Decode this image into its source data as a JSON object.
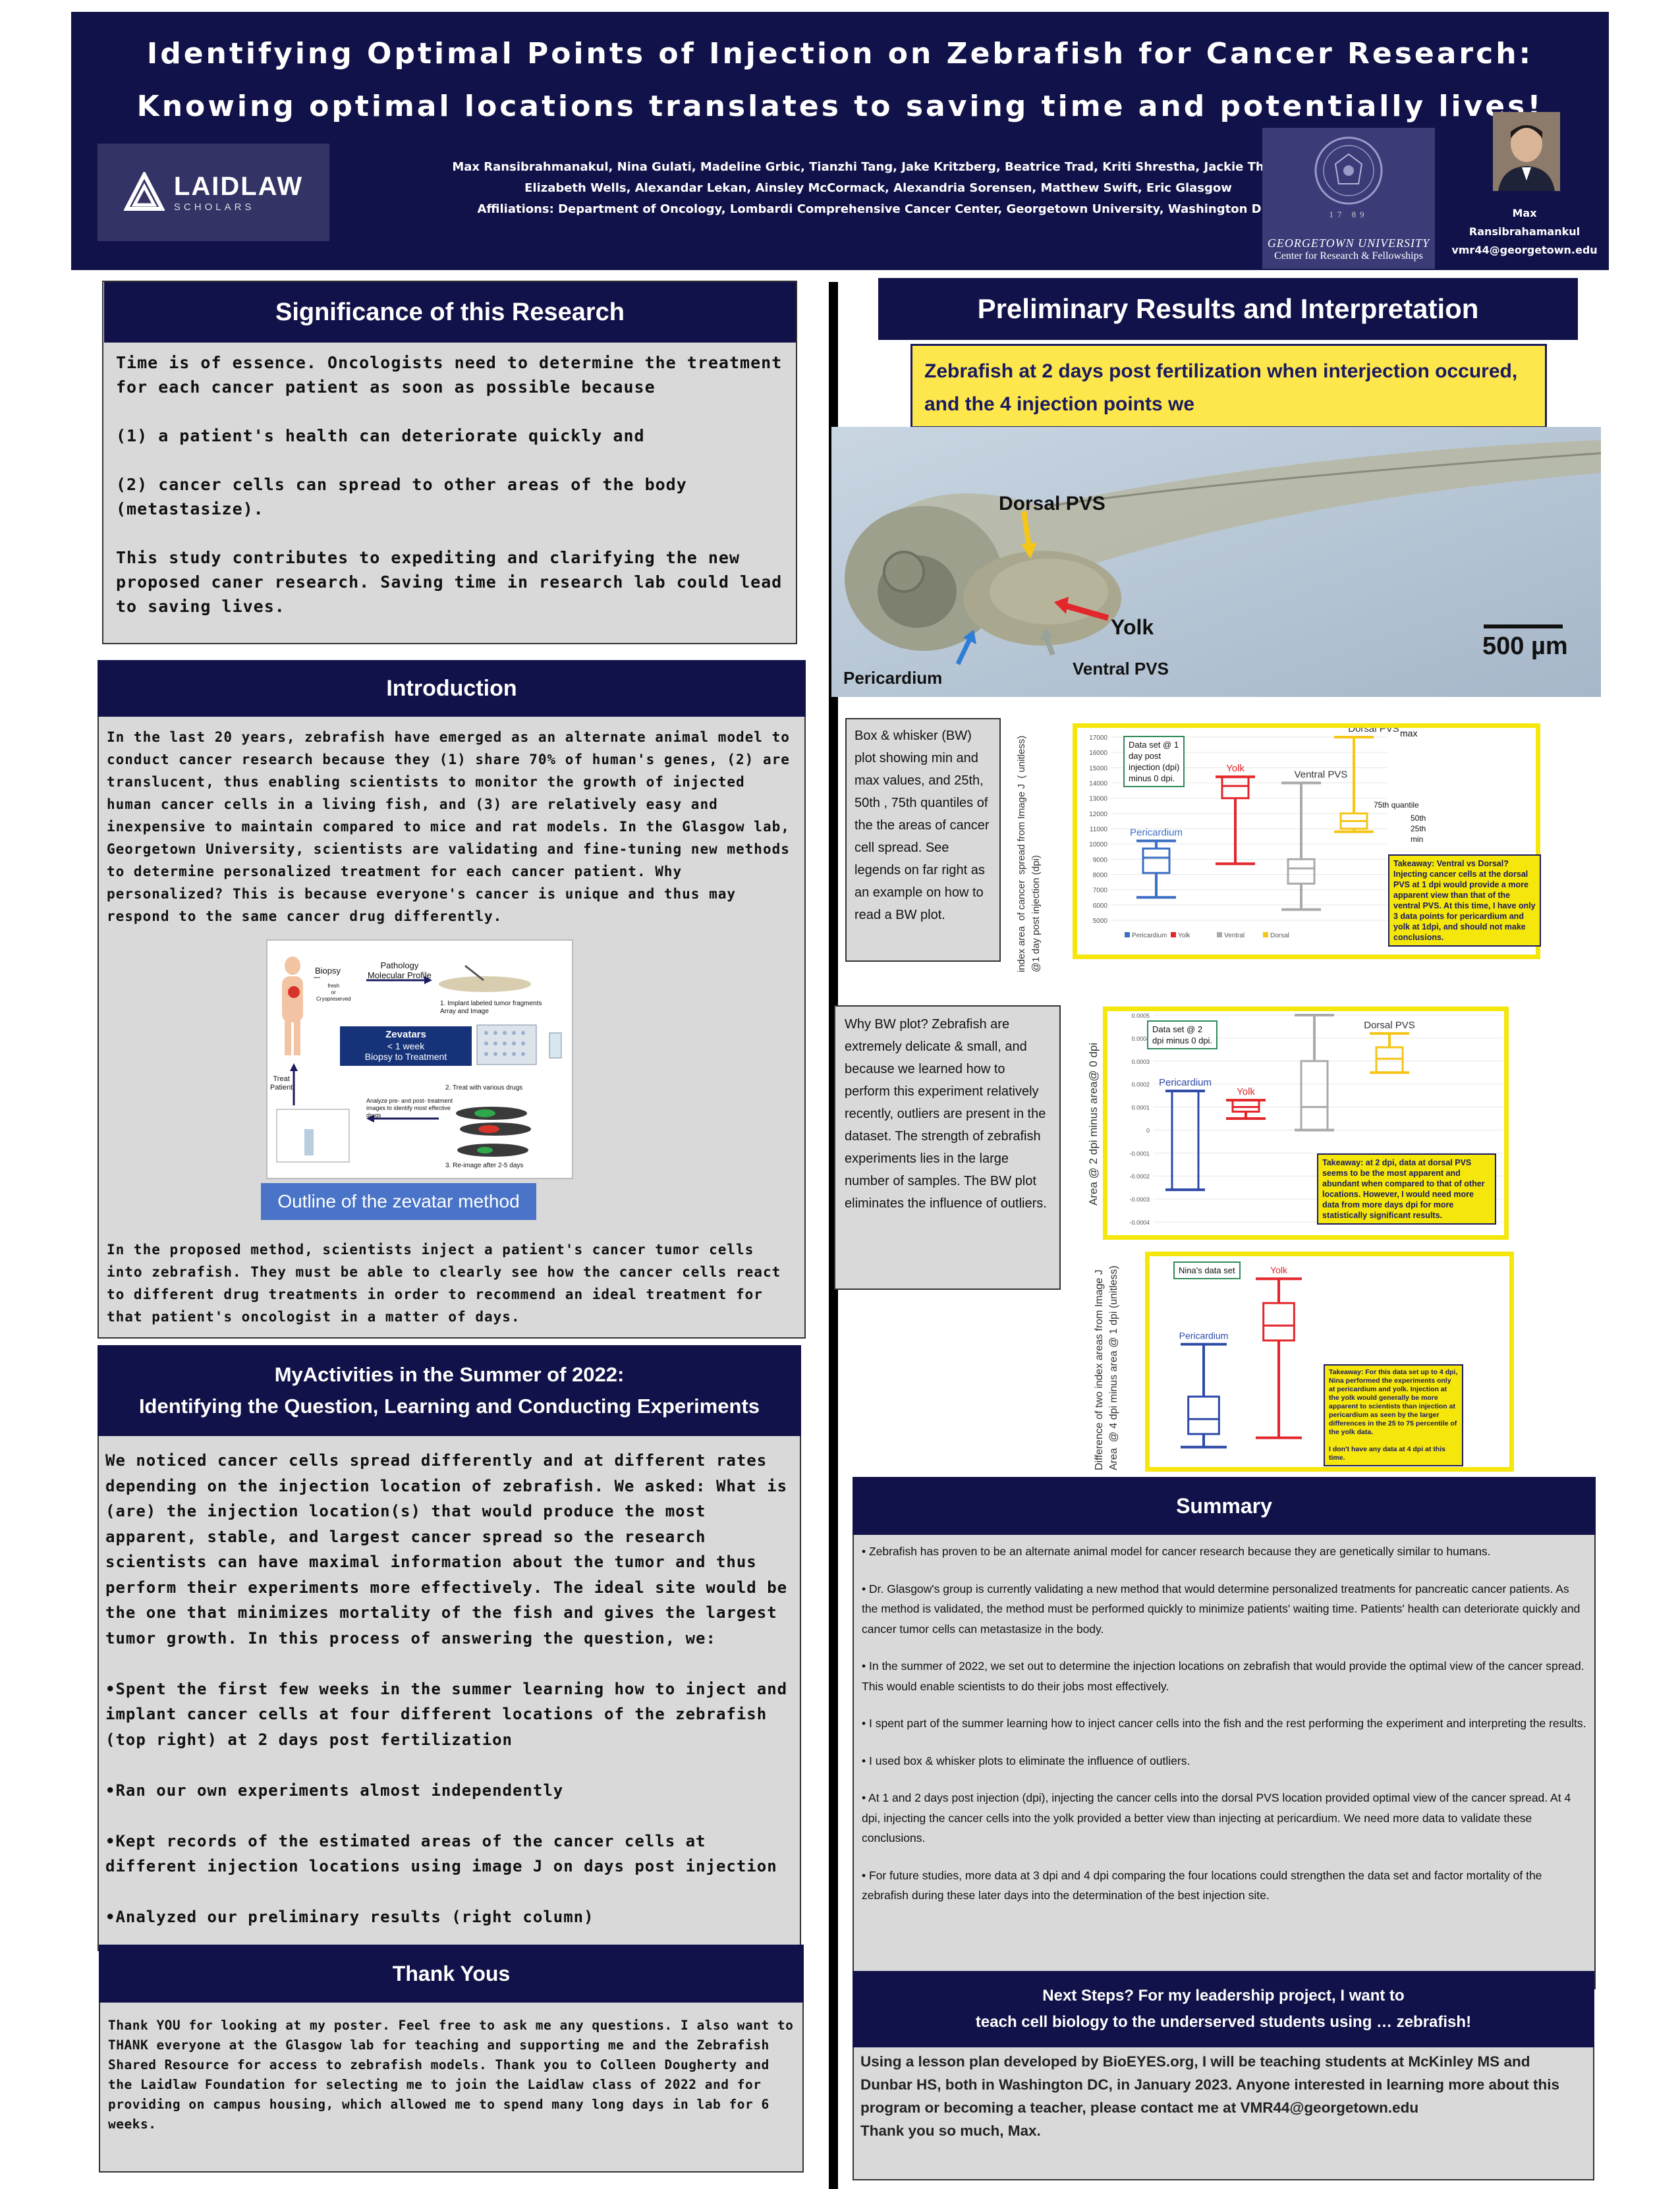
{
  "header": {
    "title_line1": "Identifying Optimal Points of Injection on Zebrafish for Cancer Research:",
    "title_line2": "Knowing optimal locations translates to saving time and potentially lives!",
    "authors_line1": "Max Ransibrahmanakul, Nina Gulati, Madeline Grbic, Tianzhi Tang, Jake Kritzberg, Beatrice Trad, Kriti Shrestha, Jackie Thacher,",
    "authors_line2": "Elizabeth Wells, Alexandar Lekan, Ainsley McCormack, Alexandria Sorensen, Matthew Swift, Eric Glasgow",
    "affiliations": "Affiliations: Department of Oncology, Lombardi Comprehensive Cancer Center, Georgetown University, Washington D.C.",
    "laidlaw_logo": "LAIDLAW",
    "laidlaw_sub": "SCHOLARS",
    "georgetown_logo": "GEORGETOWN UNIVERSITY",
    "georgetown_sub": "Center for Research & Fellowships",
    "seal_year": "17 89",
    "presenter_name_1": "Max",
    "presenter_name_2": "Ransibrahamankul",
    "presenter_email": "vmr44@georgetown.edu"
  },
  "significance": {
    "heading": "Significance of this Research",
    "text": "Time is of essence. Oncologists need to determine the treatment for each cancer patient as soon as possible because\n\n(1) a patient's health can deteriorate quickly and\n\n(2) cancer cells can spread to other areas of the body (metastasize).\n\nThis study contributes to expediting and clarifying the new proposed caner research.   Saving time in research lab could lead to saving lives."
  },
  "introduction": {
    "heading": "Introduction",
    "text1": "In the last 20 years, zebrafish have emerged as an alternate animal model to conduct cancer research because they (1) share 70% of human's genes, (2) are translucent, thus enabling scientists to monitor the growth of injected human cancer cells in a living fish, and (3) are relatively easy and inexpensive to maintain compared to mice and rat models. In the Glasgow lab, Georgetown University, scientists are validating and fine-tuning new methods to determine personalized treatment for each cancer patient. Why personalized? This is because everyone's cancer is unique and thus may respond to the same cancer drug differently.",
    "figure_caption": "Outline of the zevatar method",
    "figure_labels": {
      "biopsy": "Biopsy",
      "fresh": "fresh\nor\nCryopreserved",
      "pathology": "Pathology\nMolecular Profile",
      "step1": "1. Implant labeled tumor fragments\nArray and Image",
      "zevatars": "Zevatars",
      "week": "< 1 week",
      "biopsy_treat": "Biopsy to Treatment",
      "treat_patient": "Treat\nPatient",
      "analyze": "Analyze pre- and post- treatment\nimages to identify most effective\ndrugs",
      "step2": "2. Treat with various drugs",
      "step3": "3. Re-image after 2-5 days"
    },
    "text2": "In the proposed method, scientists inject a patient's cancer tumor cells into zebrafish. They must be able to clearly see how the cancer cells react to different drug treatments in order to recommend an ideal treatment for that patient's oncologist in a matter of days."
  },
  "activities": {
    "heading_line1": "MyActivities in the Summer of 2022:",
    "heading_line2": "Identifying the Question, Learning and Conducting Experiments",
    "text": " We noticed cancer cells spread differently and at different rates depending on the injection location of zebrafish. We asked: What is (are) the injection location(s) that would produce the most apparent, stable, and largest cancer spread so the research scientists can have maximal information about the tumor and thus perform their experiments more effectively. The ideal site would be the one that minimizes mortality of the fish and gives the largest tumor growth. In this process of answering the question, we:\n\n•Spent the first few weeks in the summer learning how to inject and implant cancer cells at four different locations of the zebrafish (top right) at 2 days post fertilization\n\n•Ran our own experiments almost independently\n\n•Kept records of the estimated areas of the cancer cells at different injection locations using image J on days post injection\n\n•Analyzed our preliminary results (right column)"
  },
  "thanks": {
    "heading": "Thank Yous",
    "text": "Thank YOU for looking at my poster.  Feel free to ask me any questions.  I also want to THANK everyone at the Glasgow lab for teaching and supporting me and the Zebrafish Shared Resource for access to zebrafish models. Thank you to Colleen Dougherty and the Laidlaw Foundation for selecting me to join the Laidlaw class of 2022 and for providing on campus housing, which allowed me to spend many long days in lab for 6 weeks."
  },
  "results": {
    "heading": "Preliminary Results and Interpretation",
    "yellow_note": "Zebrafish at 2 days post fertilization when interjection occured, and the 4 injection points we",
    "photo_labels": {
      "dorsal": "Dorsal PVS",
      "yolk": "Yolk",
      "pericardium": "Pericardium",
      "ventral": "Ventral PVS",
      "scale": "500 µm"
    },
    "bw_explain": "Box & whisker (BW) plot showing min and max values, and 25th, 50th , 75th quantiles of the the areas of cancer cell spread. See legends on far right as an example on how to read a BW plot.",
    "why_bw": "Why BW plot? Zebrafish are extremely delicate & small, and because we learned how to perform this experiment relatively recently, outliers are present in the dataset. The strength of zebrafish experiments lies in the large number of samples. The BW plot eliminates the influence of outliers."
  },
  "chart_data": [
    {
      "type": "box",
      "ylabel": "index area  of cancer  spread from Image J  ( unitless)\n@1 day post injection (dpi)",
      "dataset_label": "Data set @ 1\nday post\ninjection (dpi)\nminus 0 dpi.",
      "ylim": [
        5000,
        17000
      ],
      "yticks": [
        5000,
        6000,
        7000,
        8000,
        9000,
        10000,
        11000,
        12000,
        13000,
        14000,
        15000,
        16000,
        17000
      ],
      "series": [
        {
          "name": "Pericardium",
          "color": "#3a6fc4",
          "min": 6500,
          "q1": 8100,
          "median": 9100,
          "q3": 9700,
          "max": 10200
        },
        {
          "name": "Yolk",
          "color": "#e3262b",
          "min": 8700,
          "q1": 13000,
          "median": 13800,
          "q3": 14400,
          "max": 14400
        },
        {
          "name": "Ventral PVS",
          "color": "#aaaaaa",
          "min": 5700,
          "q1": 7400,
          "median": 8400,
          "q3": 9000,
          "max": 14000
        },
        {
          "name": "Dorsal PVS",
          "color": "#f5c518",
          "min": 10800,
          "q1": 11000,
          "median": 11500,
          "q3": 12000,
          "max": 17000
        }
      ],
      "legend": [
        "Pericardium",
        "Yolk",
        "Ventral",
        "Dorsal"
      ],
      "legend_annotations": {
        "max": "max",
        "q3": "75th quantile",
        "median": "50th",
        "q1": "25th",
        "min": "min"
      },
      "takeaway": "Takeaway: Ventral vs Dorsal? Injecting cancer cells at the dorsal PVS at 1 dpi would provide a more apparent view than that of the ventral PVS.  At this time, I have only 3 data points for pericardium and yolk at 1dpi, and should not make conclusions."
    },
    {
      "type": "box",
      "ylabel": "Area  @ 2 dpi minus area@ 0 dpi",
      "dataset_label": "Data set @ 2\ndpi minus 0 dpi.",
      "ylim": [
        -0.0004,
        0.0005
      ],
      "yticks": [
        "0.0005",
        "0.0004",
        "0.0003",
        "0.0002",
        "0.0001",
        "0",
        "-0.0001",
        "-0.0002",
        "-0.0003",
        "-0.0004"
      ],
      "series": [
        {
          "name": "Pericardium",
          "color": "#2e4aa8",
          "min": -0.00026,
          "q1": -0.00026,
          "median": -0.00026,
          "q3": 0.00017,
          "max": 0.00017
        },
        {
          "name": "Yolk",
          "color": "#e3262b",
          "min": 5e-05,
          "q1": 8e-05,
          "median": 0.0001,
          "q3": 0.00013,
          "max": 0.00013
        },
        {
          "name": "Ventral PVS",
          "color": "#aaaaaa",
          "min": -0.0,
          "q1": 0.0,
          "median": 0.0001,
          "q3": 0.0003,
          "max": 0.0005
        },
        {
          "name": "Dorsal PVS",
          "color": "#f5c518",
          "min": 0.00025,
          "q1": 0.00025,
          "median": 0.00031,
          "q3": 0.00036,
          "max": 0.00042
        }
      ],
      "takeaway": "Takeaway: at 2 dpi, data at dorsal PVS seems to be the most apparent and abundant when compared to that of other locations. However, I would need more data from more days dpi for more statistically significant results."
    },
    {
      "type": "box",
      "ylabel": "Difference of two index areas from Image J\nArea  @ 4 dpi minus area @ 1 dpi (unitless)",
      "dataset_label": "Nina's data set",
      "series": [
        {
          "name": "Pericardium",
          "color": "#2e4aa8",
          "min": 0.05,
          "q1": 0.12,
          "median": 0.2,
          "q3": 0.32,
          "max": 0.6
        },
        {
          "name": "Yolk",
          "color": "#e3262b",
          "min": 0.1,
          "q1": 0.62,
          "median": 0.7,
          "q3": 0.82,
          "max": 0.95
        }
      ],
      "takeaway": "Takeaway: For this data set up to 4 dpi, Nina performed the experiments only at pericardium and yolk.  Injection at the yolk would generally be more apparent to scientists than injection at pericardium as seen by the larger differences in the 25 to 75 percentile of the yolk data.\n\nI don't have any data at 4 dpi at this time."
    }
  ],
  "summary": {
    "heading": "Summary",
    "bullets": [
      "• Zebrafish has proven to be an alternate animal model for cancer research because they are genetically similar to humans.",
      "• Dr. Glasgow's group is currently validating a new method that would determine personalized treatments for pancreatic cancer patients. As the method is validated, the method must be performed quickly to minimize patients' waiting time. Patients' health can deteriorate quickly and cancer tumor cells can metastasize in the body.",
      "• In the summer of 2022, we set out to determine the injection locations on zebrafish that would provide the optimal view of the cancer spread. This would enable scientists to do their jobs most effectively.",
      "• I spent part of the summer learning how to inject cancer cells into the fish and the rest performing the experiment and interpreting the results.",
      "• I used box & whisker plots to eliminate the influence of outliers.",
      "• At 1 and 2 days post injection (dpi), injecting the cancer cells into the dorsal PVS location provided optimal view of the cancer spread. At 4 dpi, injecting the cancer cells into the yolk provided a better view than injecting at pericardium. We need more data to validate these conclusions.",
      "• For future studies, more data at 3 dpi and 4 dpi comparing the four locations could strengthen the data set and factor mortality of the zebrafish during these later days into the determination of the best injection site."
    ]
  },
  "next_steps": {
    "heading_line1": "Next Steps? For my leadership project, I want to",
    "heading_line2": "teach cell biology to the underserved students using … zebrafish!",
    "text": "Using a lesson plan developed by BioEYES.org, I will be teaching students at McKinley MS and Dunbar HS, both in Washington DC, in January 2023.  Anyone interested in learning more about this program or becoming a teacher, please contact me at VMR44@georgetown.edu\nThank you so much, Max."
  }
}
